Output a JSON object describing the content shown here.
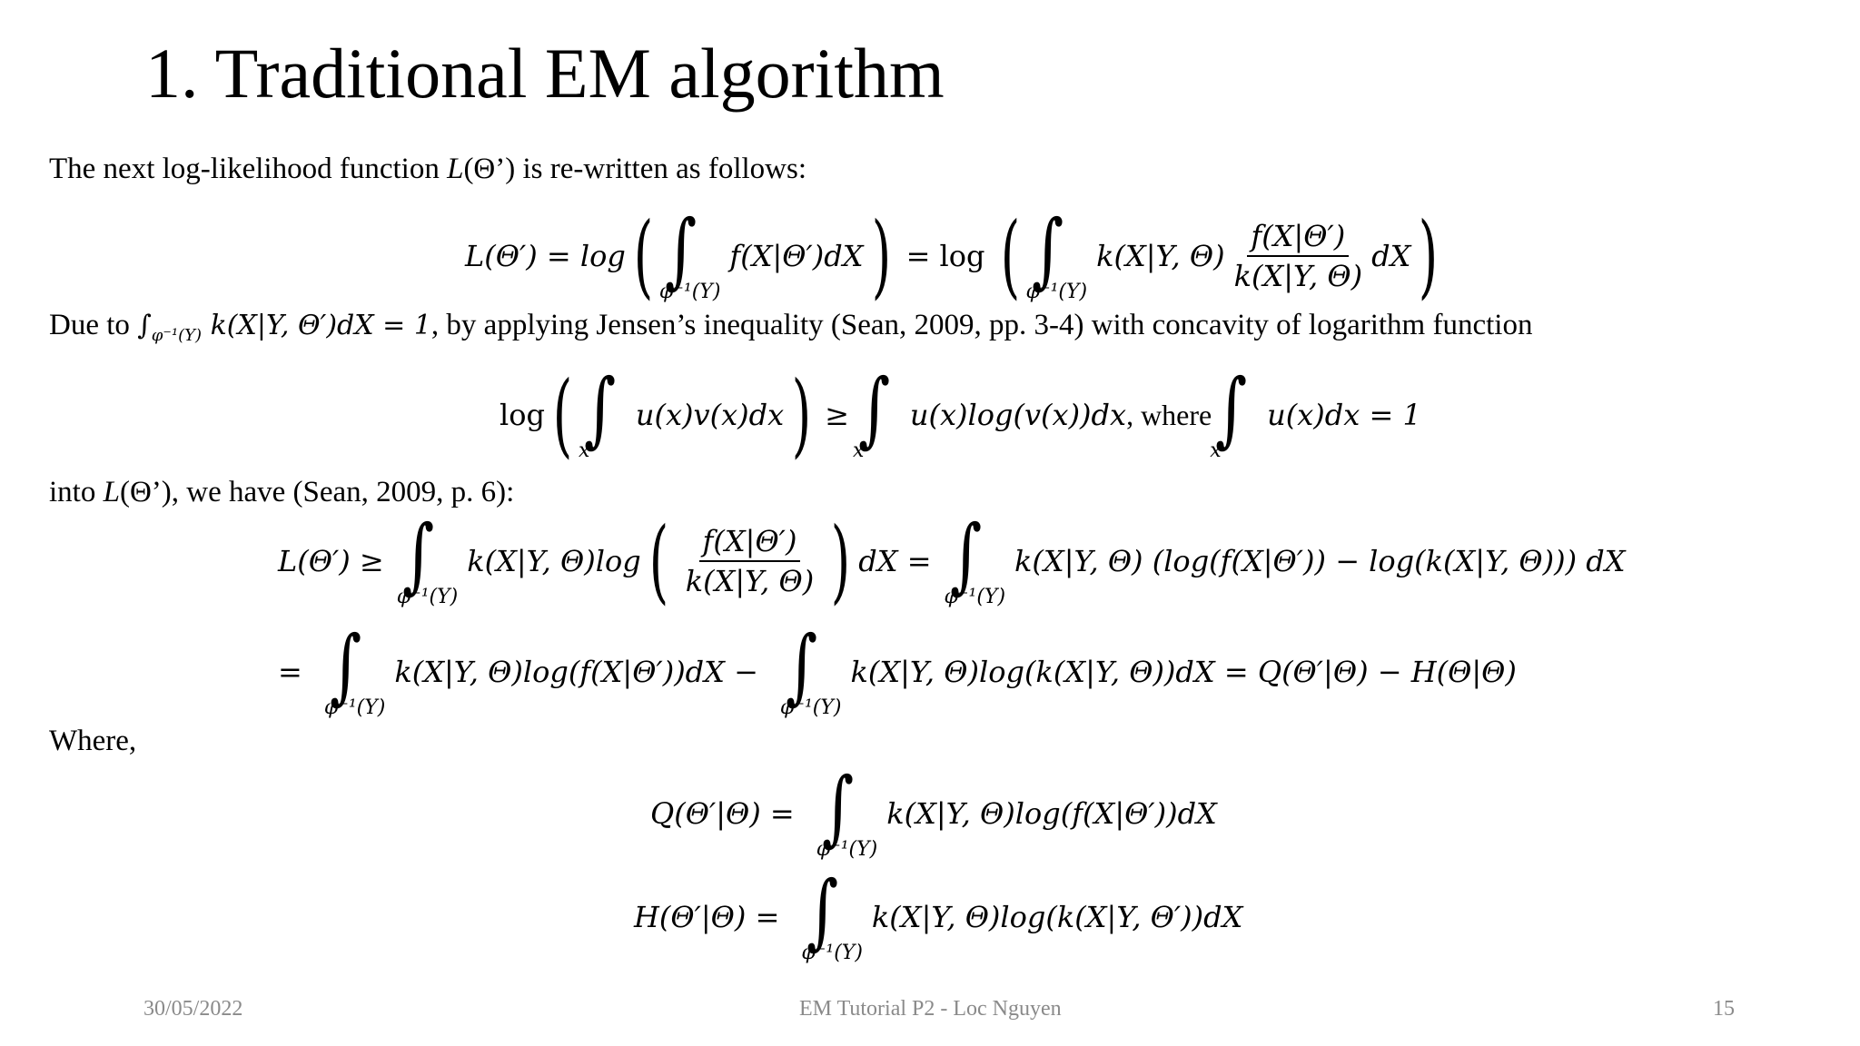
{
  "slide": {
    "title": "1. Traditional EM algorithm",
    "paragraphs": {
      "intro": "The next log-likelihood function L(Θ’) is re-written as follows:",
      "intro_pre": "The next log-likelihood function ",
      "intro_L": "L",
      "intro_post": "(Θ’) is re-written as follows:",
      "due_to_pre": "Due to ",
      "due_to_math": "k(X|Y, Θ′)dX = 1",
      "due_to_post": ", by applying Jensen’s inequality (Sean, 2009, pp. 3-4) with concavity of logarithm function",
      "into_pre": "into ",
      "into_L": "L",
      "into_post": "(Θ’), we have (Sean, 2009, p. 6):",
      "where": "Where,"
    },
    "equations": {
      "eq1": {
        "lhs": "L(Θ′) = log",
        "integrand1": "f(X|Θ′)dX",
        "mid": "= log",
        "integrand2_pre": "k(X|Y, Θ)",
        "frac_num": "f(X|Θ′)",
        "frac_den": "k(X|Y, Θ)",
        "integrand2_post": "dX",
        "lower_limit": "φ⁻¹(Y)"
      },
      "jensen": {
        "lhs": "log",
        "integrand1": "u(x)v(x)dx",
        "geq": "≥",
        "integrand2": "u(x)log(v(x))dx",
        "where": ", where",
        "integrand3": "u(x)dx = 1",
        "lower_limit": "x"
      },
      "eq2": {
        "lhs": "L(Θ′) ≥",
        "integrand1_pre": "k(X|Y, Θ)log",
        "frac_num": "f(X|Θ′)",
        "frac_den": "k(X|Y, Θ)",
        "integrand1_post": "dX =",
        "integrand2": "k(X|Y, Θ) (log(f(X|Θ′)) − log(k(X|Y, Θ))) dX",
        "lower_limit": "φ⁻¹(Y)"
      },
      "eq3": {
        "lhs": "=",
        "integrand1": "k(X|Y, Θ)log(f(X|Θ′))dX −",
        "integrand2": "k(X|Y, Θ)log(k(X|Y, Θ))dX = Q(Θ′|Θ) − H(Θ|Θ)",
        "lower_limit": "φ⁻¹(Y)"
      },
      "Q_def": {
        "lhs": "Q(Θ′|Θ) =",
        "integrand": "k(X|Y, Θ)log(f(X|Θ′))dX",
        "lower_limit": "φ⁻¹(Y)"
      },
      "H_def": {
        "lhs": "H(Θ′|Θ) =",
        "integrand": "k(X|Y, Θ)log(k(X|Y, Θ′))dX",
        "lower_limit": "φ⁻¹(Y)"
      }
    },
    "footer": {
      "date": "30/05/2022",
      "center": "EM Tutorial P2 - Loc Nguyen",
      "page_number": "15"
    }
  }
}
